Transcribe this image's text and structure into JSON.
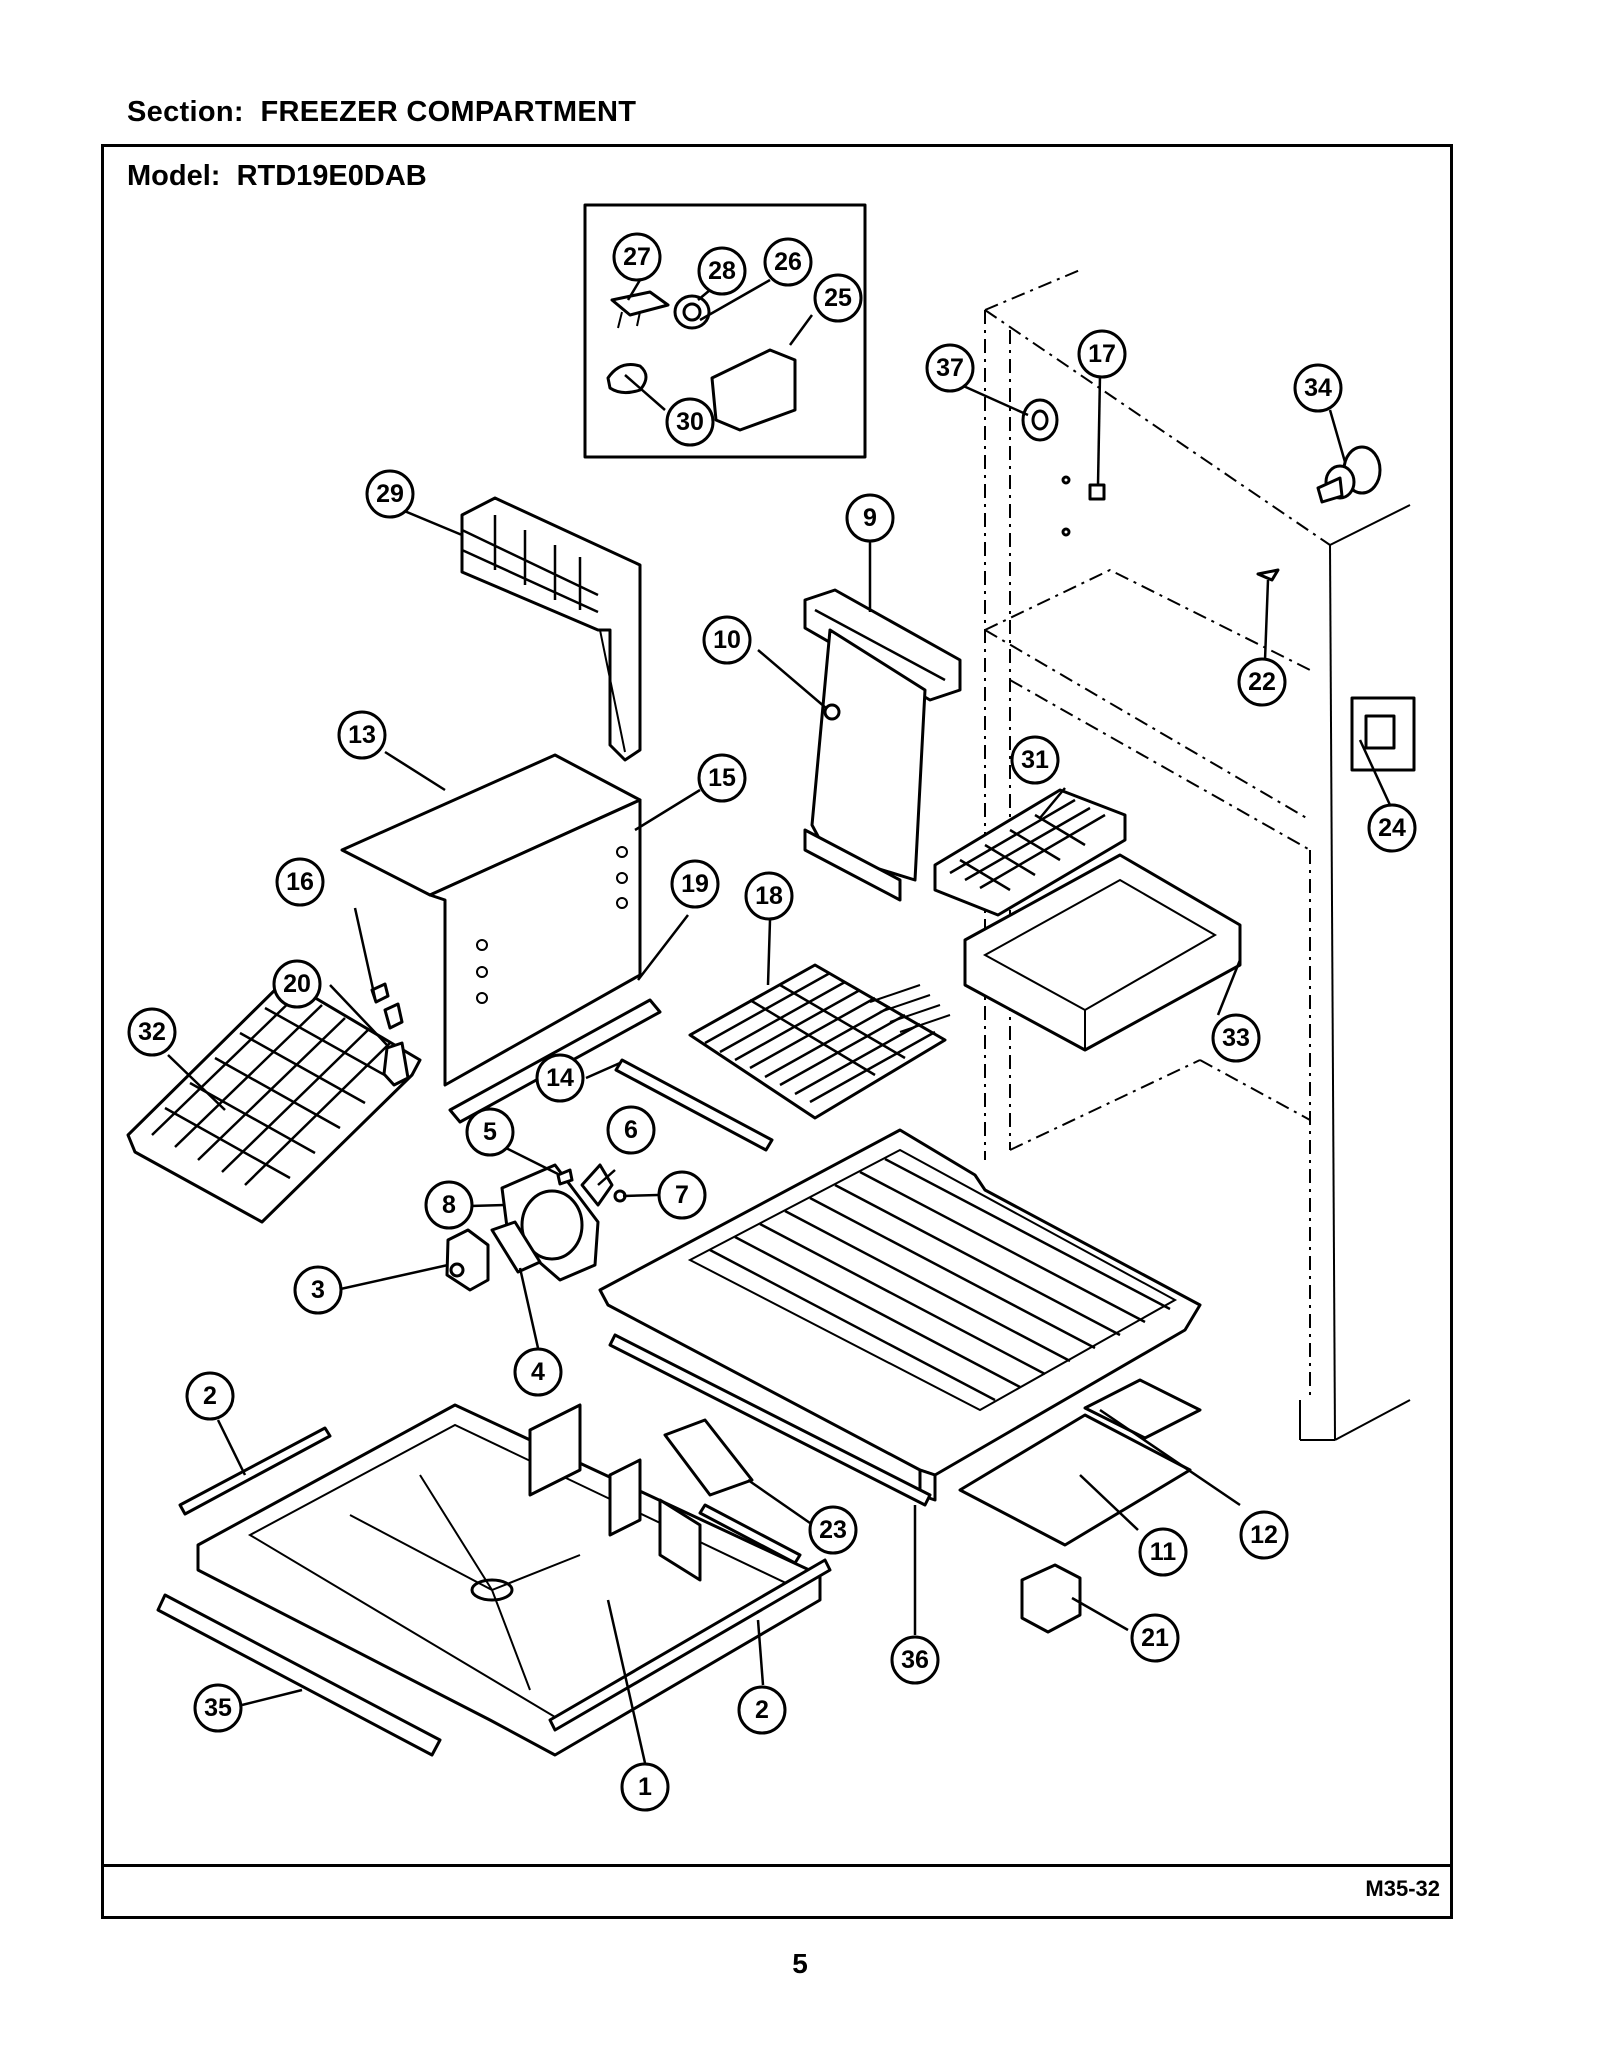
{
  "header": {
    "section_label": "Section:",
    "section_name": "FREEZER COMPARTMENT",
    "model_label": "Model:",
    "model_number": "RTD19E0DAB"
  },
  "footer": {
    "figure_code": "M35-32",
    "page_number": "5"
  },
  "callouts": [
    "1",
    "2",
    "2",
    "3",
    "4",
    "5",
    "6",
    "7",
    "8",
    "9",
    "10",
    "11",
    "12",
    "13",
    "14",
    "15",
    "16",
    "17",
    "18",
    "19",
    "20",
    "21",
    "22",
    "23",
    "24",
    "25",
    "26",
    "27",
    "28",
    "29",
    "30",
    "31",
    "32",
    "33",
    "34",
    "35",
    "36",
    "37"
  ]
}
